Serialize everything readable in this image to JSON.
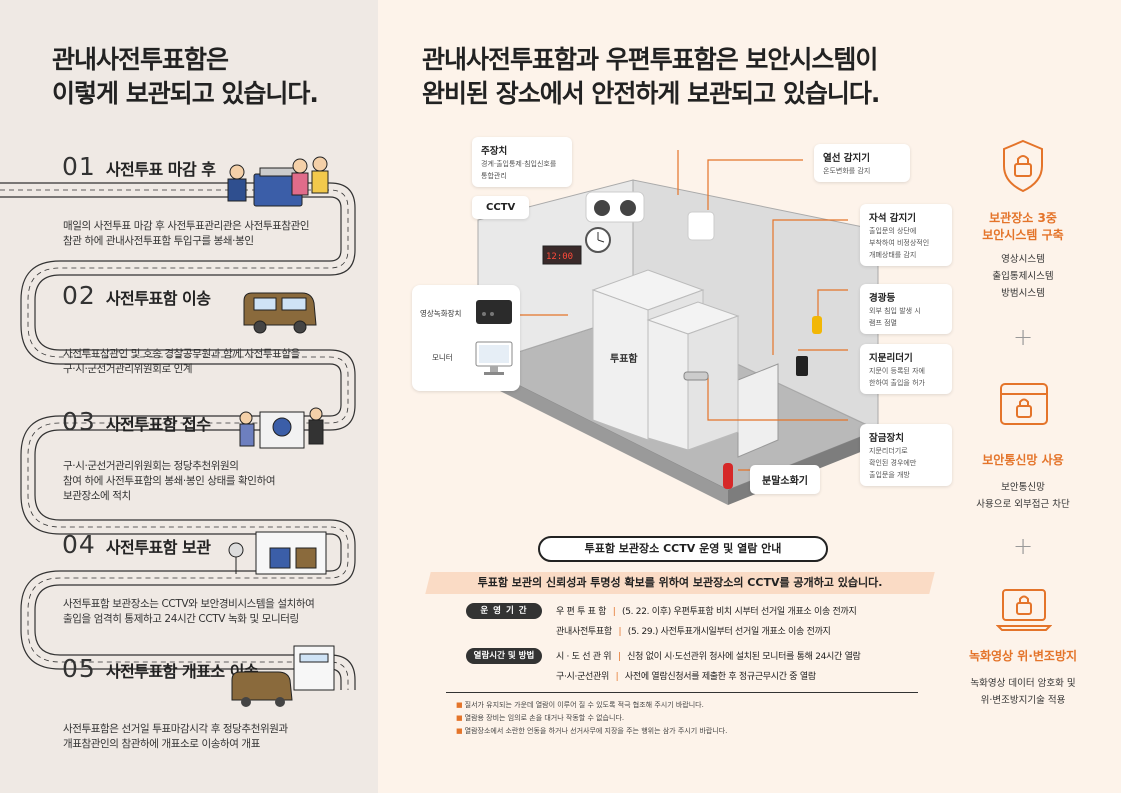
{
  "left": {
    "title_line1": "관내사전투표함은",
    "title_line2": "이렇게 보관되고 있습니다.",
    "steps": [
      {
        "num": "01",
        "title": "사전투표 마감 후",
        "desc1": "매일의 사전투표 마감 후 사전투표관리관은 사전투표참관인",
        "desc2": "참관 하에 관내사전투표함 투입구를 봉쇄·봉인",
        "desc3": ""
      },
      {
        "num": "02",
        "title": "사전투표함 이송",
        "desc1": "사전투표참관인 및 호송 경찰공무원과 함께 사전투표함을",
        "desc2": "구·시·군선거관리위원회로 인계",
        "desc3": ""
      },
      {
        "num": "03",
        "title": "사전투표함 접수",
        "desc1": "구·시·군선거관리위원회는 정당추천위원의",
        "desc2": "참여 하에 사전투표함의 봉쇄·봉인 상태를 확인하여",
        "desc3": "보관장소에 적치"
      },
      {
        "num": "04",
        "title": "사전투표함 보관",
        "desc1": "사전투표함 보관장소는 CCTV와 보안경비시스템을 설치하여",
        "desc2": "출입을 엄격히 통제하고 24시간 CCTV 녹화 및 모니터링",
        "desc3": ""
      },
      {
        "num": "05",
        "title": "사전투표함 개표소 이송",
        "desc1": "사전투표함은 선거일 투표마감시각 후 정당추천위원과",
        "desc2": "개표참관인의 참관하에 개표소로 이송하여 개표",
        "desc3": ""
      }
    ]
  },
  "right": {
    "title_line1": "관내사전투표함과 우편투표함은 보안시스템이",
    "title_line2": "완비된 장소에서 안전하게 보관되고 있습니다.",
    "callouts": {
      "main_device": {
        "title": "주장치",
        "desc1": "경계·출입통제·침입신호를",
        "desc2": "통합관리"
      },
      "cctv": {
        "title": "CCTV"
      },
      "heat_sensor": {
        "title": "열선 감지기",
        "desc1": "온도변화를 감지"
      },
      "magnetic_sensor": {
        "title": "자석 감지기",
        "desc1": "출입문의 상단에",
        "desc2": "부착하여 비정상적인",
        "desc3": "개폐상태를 감지"
      },
      "alarm_light": {
        "title": "경광등",
        "desc1": "외부 침입 발생 시",
        "desc2": "램프 점멸"
      },
      "fingerprint": {
        "title": "지문리더기",
        "desc1": "지문이 등록된 자에",
        "desc2": "한하여 출입을 허가"
      },
      "lock": {
        "title": "잠금장치",
        "desc1": "지문리더기로",
        "desc2": "확인된 경우에만",
        "desc3": "출입문을 개방"
      },
      "extinguisher": {
        "title": "분말소화기"
      },
      "recorder": "영상녹화장치",
      "monitor": "모니터"
    },
    "clock_display": "12:00",
    "ballot_box_label": "투표함",
    "security": [
      {
        "title1": "보관장소 3중",
        "title2": "보안시스템 구축",
        "desc1": "영상시스템",
        "desc2": "출입통제시스템",
        "desc3": "방범시스템",
        "icon": "shield-lock-icon"
      },
      {
        "title1": "보안통신망 사용",
        "title2": "",
        "desc1": "보안통신망",
        "desc2": "사용으로 외부접근 차단",
        "desc3": "",
        "icon": "browser-lock-icon"
      },
      {
        "title1": "녹화영상 위·변조방지",
        "title2": "",
        "desc1": "녹화영상 데이터 암호화 및",
        "desc2": "위·변조방지기술 적용",
        "desc3": "",
        "icon": "laptop-lock-icon"
      }
    ],
    "plus_sign": "+",
    "guide": {
      "title": "투표함 보관장소 CCTV 운영 및 열람 안내",
      "subtitle": "투표함 보관의 신뢰성과 투명성 확보를 위하여 보관장소의 CCTV를 공개하고 있습니다.",
      "period_badge": "운 영 기 간",
      "period_row1_label": "우 편 투 표 함",
      "period_row1_text": "(5. 22. 이후) 우편투표함 비치 시부터 선거일 개표소 이송 전까지",
      "period_row2_label": "관내사전투표함",
      "period_row2_text": "(5. 29.) 사전투표개시일부터 선거일 개표소 이송 전까지",
      "view_badge": "열람시간 및 방법",
      "view_row1_label": "시 · 도 선 관 위",
      "view_row1_text": "신청 없이 시·도선관위 청사에 설치된 모니터를 통해 24시간 열람",
      "view_row2_label": "구·시·군선관위",
      "view_row2_text": "사전에 열람신청서를 제출한 후 정규근무시간 중 열람",
      "separator": "|",
      "notes": [
        "질서가 유지되는 가운데 열람이 이루어 질 수 있도록 적극 협조해 주시기 바랍니다.",
        "열람용 장비는 임의로 손을 대거나 작동할 수 없습니다.",
        "열람장소에서 소란한 언동을 하거나 선거사무에 지장을 주는 행위는 삼가 주시기 바랍니다."
      ],
      "note_bullet": "■"
    },
    "colors": {
      "accent": "#e4742a",
      "left_bg": "#efe9e4",
      "right_bg": "#fdf3ea",
      "road": "#ffffff",
      "band": "#fadbc5"
    }
  }
}
